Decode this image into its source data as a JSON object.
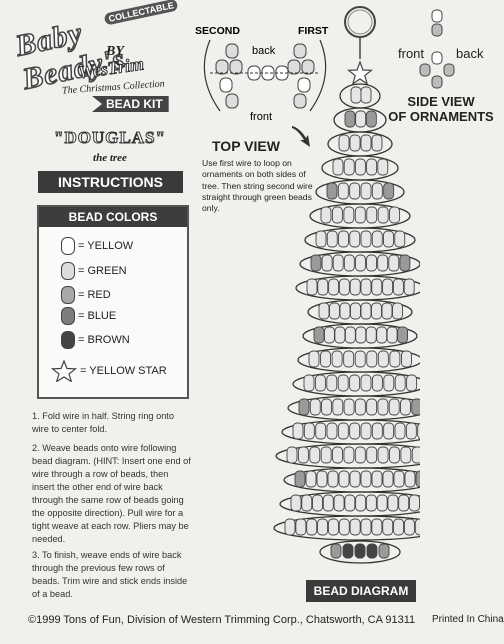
{
  "logo": {
    "brand": "Baby Beady's",
    "collectable": "COLLECTABLE",
    "by": "BY",
    "maker": "WesTrim",
    "collection": "The Christmas Collection",
    "kit": "BEAD KIT"
  },
  "title": {
    "name": "\"DOUGLAS\"",
    "subtitle": "the tree"
  },
  "instructions_banner": "INSTRUCTIONS",
  "bead_colors": {
    "heading": "BEAD COLORS",
    "items": [
      {
        "label": "= YELLOW",
        "color": "#ffffff"
      },
      {
        "label": "= GREEN",
        "color": "#dcdcdc"
      },
      {
        "label": "= RED",
        "color": "#a9a9a9"
      },
      {
        "label": "= BLUE",
        "color": "#7d7d7d"
      },
      {
        "label": "= BROWN",
        "color": "#444444"
      },
      {
        "label": "= YELLOW STAR",
        "color": "#ffffff"
      }
    ]
  },
  "steps": [
    "1.  Fold wire in half.  String ring onto wire to center fold.",
    "2.  Weave beads onto wire following bead diagram.  (HINT: Insert one end of wire through a row of beads, then insert the other end of wire back through the same row of beads going the opposite direction).  Pull wire for a tight weave at each row.  Pliers may be needed.",
    "3.  To finish, weave ends of wire back through the previous few rows of beads.  Trim wire and stick ends inside of a bead."
  ],
  "top_view": {
    "title": "TOP VIEW",
    "second": "SECOND",
    "first": "FIRST",
    "back": "back",
    "front": "front",
    "text": "Use first wire to loop on ornaments on both sides of tree.  Then string second wire straight through green beads only."
  },
  "side_view": {
    "front": "front",
    "back": "back",
    "title_line1": "SIDE VIEW",
    "title_line2": "OF ORNAMENTS"
  },
  "bead_diagram_label": "BEAD DIAGRAM",
  "footer": {
    "copyright": "©1999 Tons of Fun, Division of Western Trimming Corp., Chatsworth, CA 91311",
    "printed": "Printed In China"
  }
}
